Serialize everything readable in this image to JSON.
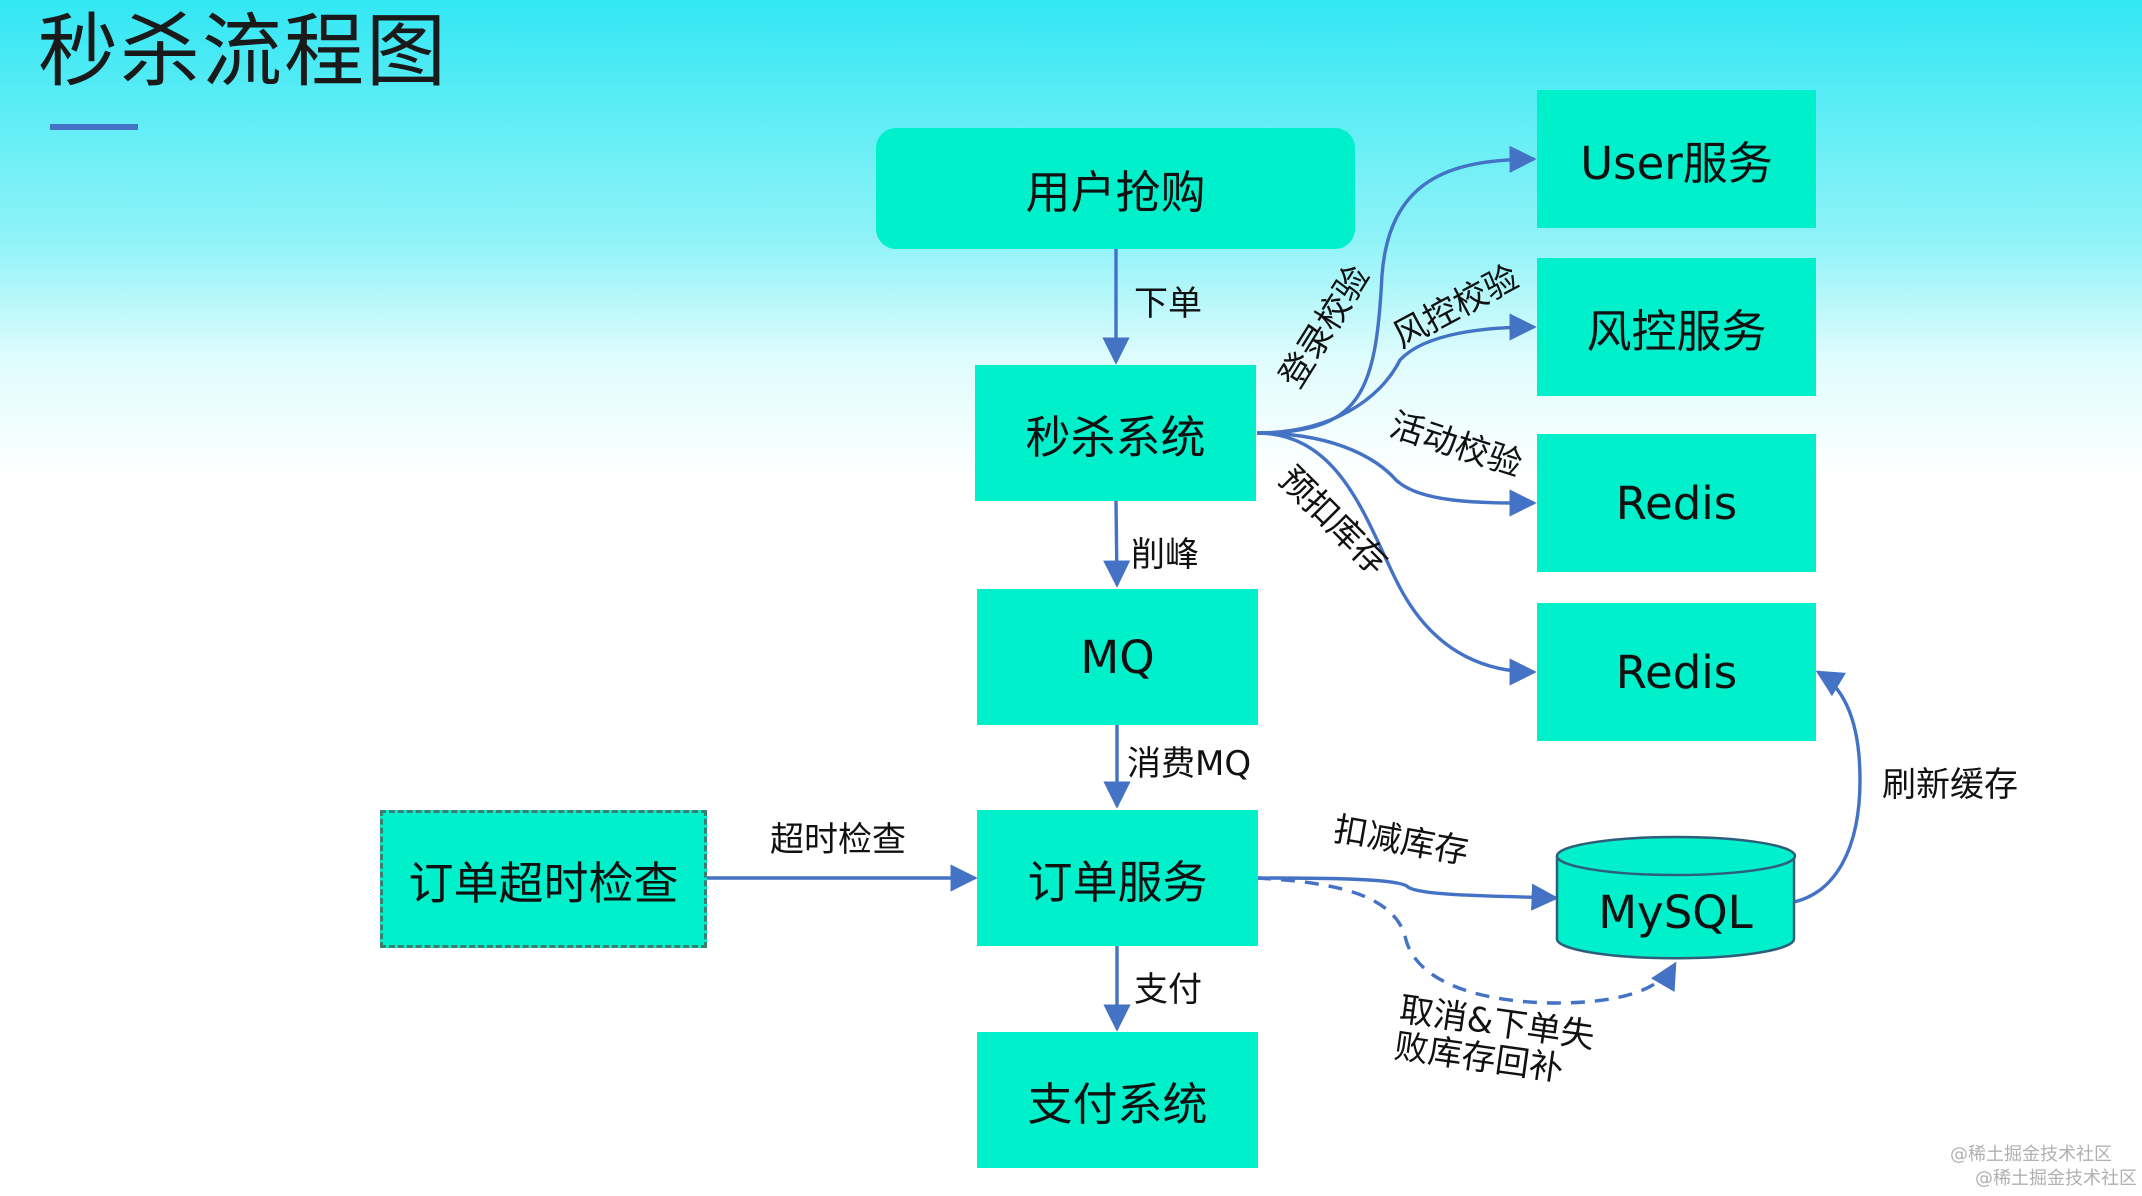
{
  "title": "秒杀流程图",
  "nodes": {
    "user_purchase": "用户抢购",
    "seckill_system": "秒杀系统",
    "mq": "MQ",
    "order_service": "订单服务",
    "payment_system": "支付系统",
    "order_timeout_check": "订单超时检查",
    "user_service": "User服务",
    "risk_service": "风控服务",
    "redis_activity": "Redis",
    "redis_stock": "Redis",
    "mysql": "MySQL"
  },
  "edges": {
    "place_order": "下单",
    "peak_shaving": "削峰",
    "consume_mq": "消费MQ",
    "pay": "支付",
    "timeout_check": "超时检查",
    "login_check": "登录校验",
    "risk_check": "风控校验",
    "activity_check": "活动校验",
    "pre_deduct_stock": "预扣库存",
    "deduct_stock": "扣减库存",
    "refresh_cache": "刷新缓存",
    "cancel_rollback": "取消&下单失败库存回补"
  },
  "watermark": [
    "@稀土掘金技术社区",
    "@稀土掘金技术社区"
  ],
  "colors": {
    "node_fill": "#00f0cc",
    "arrow": "#4472c4",
    "title_bar": "#4472c4",
    "header_gradient_top": "#32e7f3"
  }
}
